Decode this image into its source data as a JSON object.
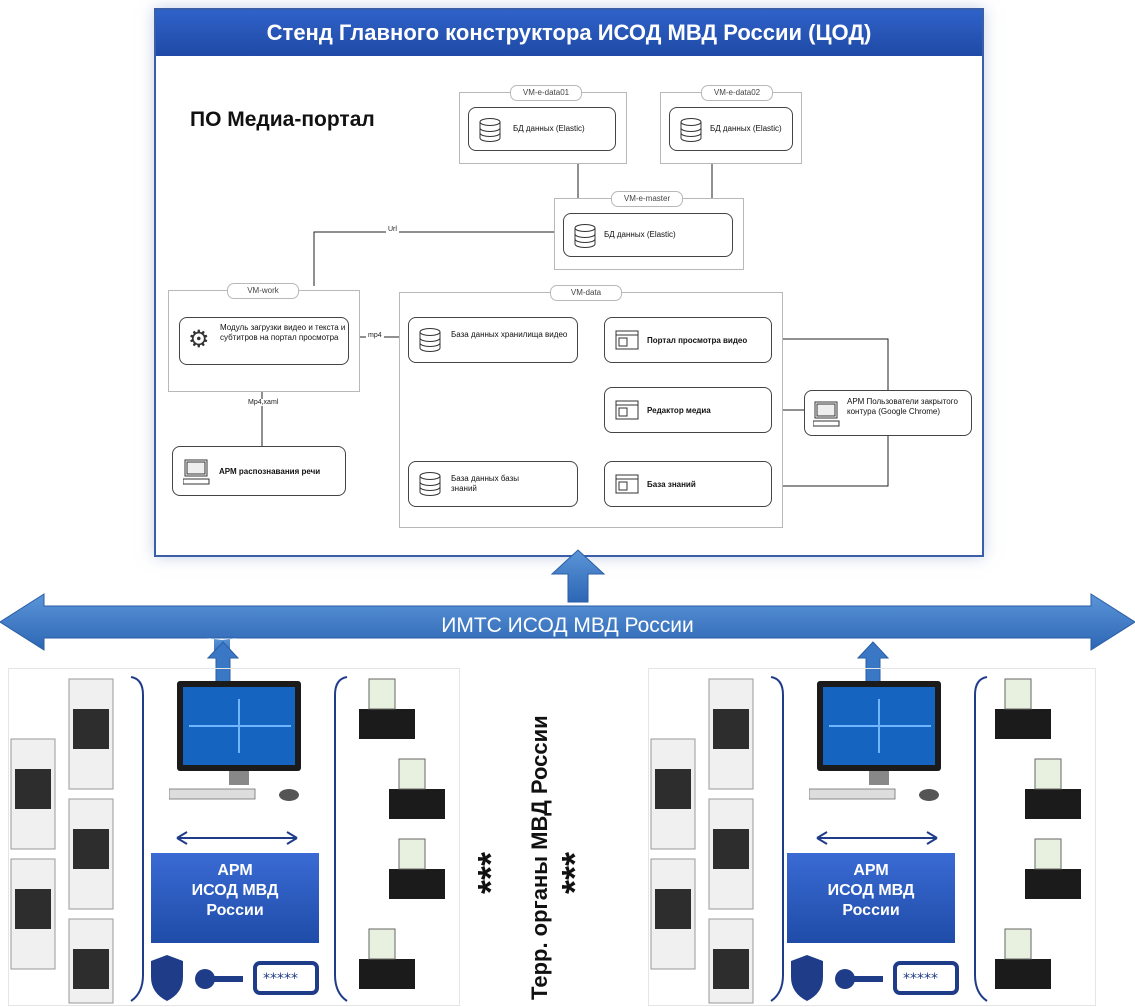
{
  "stand": {
    "title": "Стенд Главного конструктора ИСОД МВД России (ЦОД)",
    "subtitle": "ПО Медиа-портал"
  },
  "vms": {
    "data01": "VM-e-data01",
    "data02": "VM-e-data02",
    "master": "VM-e-master",
    "work": "VM-work",
    "data": "VM-data"
  },
  "nodes": {
    "elastic01": "БД данных (Elastic)",
    "elastic02": "БД данных (Elastic)",
    "elastic_master": "БД данных (Elastic)",
    "upload_module": "Модуль загрузки видео и текста и субтитров на портал просмотра",
    "video_db": "База данных хранилища видео",
    "portal": "Портал просмотра видео",
    "editor": "Редактор медиа",
    "kb": "База знаний",
    "kb_db": "База данных базы знаний",
    "user_arm": "АРМ Пользователи закрытого контура (Google Chrome)",
    "speech_arm": "АРМ распознавания речи"
  },
  "edge_labels": {
    "url": "Url",
    "mp4": "mp4",
    "mp4_xml": "Mp4,xaml"
  },
  "network": {
    "label": "ИМТС ИСОД МВД России"
  },
  "arm": {
    "line1": "АРМ",
    "line2": "ИСОД МВД",
    "line3": "России"
  },
  "terr": {
    "label": "Терр. органы МВД России",
    "stars": "***"
  },
  "colors": {
    "header": "#2552b5",
    "arrow": "#3a78c6",
    "arm": "#2a5cc0"
  }
}
